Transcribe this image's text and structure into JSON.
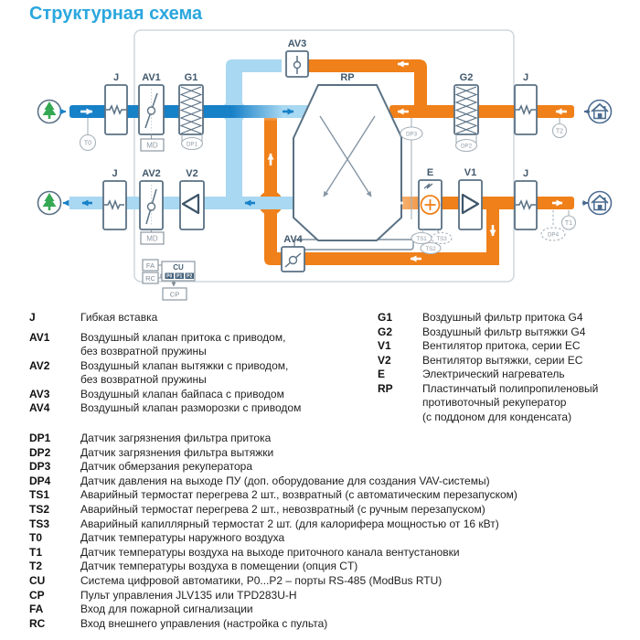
{
  "title": "Структурная схема",
  "colors": {
    "title": "#2aa7de",
    "supply_cold": "#1781c8",
    "supply_light": "#a9d8f2",
    "extract_warm": "#f08019",
    "supply_heated": "#f6c08c",
    "outline": "#5a7184",
    "sensor_gray": "#9aa6ae",
    "tree_green": "#34a853",
    "house_blue": "#4a6b8f",
    "panel_border": "#cfd7dd"
  },
  "diagram": {
    "labels": {
      "j": "J",
      "av1": "AV1",
      "av2": "AV2",
      "av3": "AV3",
      "av4": "AV4",
      "g1": "G1",
      "g2": "G2",
      "v1": "V1",
      "v2": "V2",
      "e": "E",
      "rp": "RP",
      "md": "MD",
      "cu": "CU",
      "cp": "CP",
      "fa": "FA",
      "rc": "RC",
      "p0": "P0",
      "p1": "P1",
      "p2": "P2",
      "t0": "T0",
      "t1": "T1",
      "t2": "T2",
      "dp1": "DP1",
      "dp2": "DP2",
      "dp3": "DP3",
      "dp4": "DP4",
      "ts1": "TS1",
      "ts2": "TS2",
      "ts3": "TS3"
    }
  },
  "legend": {
    "left": [
      {
        "key": "J",
        "lines": [
          "Гибкая вставка"
        ]
      },
      {
        "key": "AV1",
        "lines": [
          "Воздушный клапан притока с приводом,",
          "без возвратной пружины"
        ]
      },
      {
        "key": "AV2",
        "lines": [
          "Воздушный клапан вытяжки с приводом,",
          "без  возвратной пружины"
        ]
      },
      {
        "key": "AV3",
        "lines": [
          "Воздушный клапан байпаса с приводом"
        ]
      },
      {
        "key": "AV4",
        "lines": [
          "Воздушный клапан разморозки с приводом"
        ]
      }
    ],
    "right": [
      {
        "key": "G1",
        "lines": [
          "Воздушный фильтр притока G4"
        ]
      },
      {
        "key": "G2",
        "lines": [
          "Воздушный фильтр вытяжки G4"
        ]
      },
      {
        "key": "V1",
        "lines": [
          "Вентилятор притока, серии EC"
        ]
      },
      {
        "key": "V2",
        "lines": [
          "Вентилятор вытяжки, серии EC"
        ]
      },
      {
        "key": "E",
        "lines": [
          "Электрический нагреватель"
        ]
      },
      {
        "key": "RP",
        "lines": [
          "Пластинчатый полипропиленовый",
          "противоточный рекуператор",
          "(с поддоном для конденсата)"
        ]
      }
    ],
    "rows": [
      {
        "key": "DP1",
        "text": "Датчик загрязнения фильтра притока"
      },
      {
        "key": "DP2",
        "text": "Датчик загрязнения фильтра вытяжки"
      },
      {
        "key": "DP3",
        "text": "Датчик обмерзания рекуператора"
      },
      {
        "key": "DP4",
        "text": "Датчик давления на выходе ПУ (доп. оборудование для создания VAV-системы)"
      },
      {
        "key": "TS1",
        "text": "Аварийный термостат перегрева 2 шт., возвратный (с автоматическим перезапуском)"
      },
      {
        "key": "TS2",
        "text": "Аварийный термостат перегрева 2 шт., невозвратный (с ручным перезапуском)"
      },
      {
        "key": "TS3",
        "text": "Аварийный капиллярный термостат 2 шт. (для калорифера мощностью от 16 кВт)"
      },
      {
        "key": "T0",
        "text": "Датчик температуры наружного воздуха"
      },
      {
        "key": "T1",
        "text": "Датчик температуры воздуха на выходе приточного канала вентустановки"
      },
      {
        "key": "T2",
        "text": "Датчик температуры воздуха в помещении (опция CT)"
      },
      {
        "key": "CU",
        "text": "Система цифровой автоматики, P0...P2 – порты RS-485 (ModBus RTU)"
      },
      {
        "key": "CP",
        "text": "Пульт управления JLV135 или TPD283U-H"
      },
      {
        "key": "FA",
        "text": "Вход для пожарной сигнализации"
      },
      {
        "key": "RC",
        "text": "Вход внешнего управления (настройка с пульта)"
      }
    ]
  }
}
